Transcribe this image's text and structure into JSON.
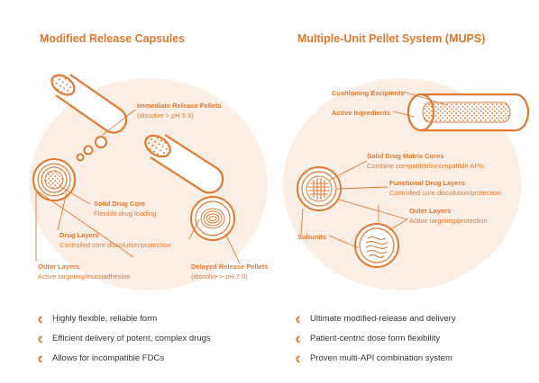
{
  "colors": {
    "orange": "#e0782f",
    "blob": "#fbeee4",
    "text": "#333333"
  },
  "left_panel": {
    "title": "Modified Release Capsules",
    "labels": {
      "immediate_title": "Immediate Release Pellets",
      "immediate_sub": "(dissolve > pH 5.5)",
      "solid_core_title": "Solid Drug Core",
      "solid_core_sub": "Flexible drug loading",
      "drug_layers_title": "Drug Layers",
      "drug_layers_sub": "Controlled core dissolution/protection",
      "outer_layers_title": "Outer Layers",
      "outer_layers_sub": "Active targeting/mucoadhesion",
      "delayed_title": "Delayed Release Pellets",
      "delayed_sub": "(dissolve > pH 7.0)"
    },
    "bullets": [
      "Highly flexible, reliable form",
      "Efficient delivery of potent, complex drugs",
      "Allows for incompatible FDCs"
    ]
  },
  "right_panel": {
    "title": "Multiple-Unit Pellet System (MUPS)",
    "labels": {
      "cushioning": "Cushioning Excipients",
      "active_ingredients": "Active Ingredients",
      "matrix_title": "Solid Drug Matrix Cores",
      "matrix_sub": "Combine compatible/incompatible APIs",
      "functional_title": "Functional Drug Layers",
      "functional_sub": "Controlled core dissolution/protection",
      "outer_title": "Outer Layers",
      "outer_sub": "Active targeting/protection",
      "subunits": "Subunits"
    },
    "bullets": [
      "Ultimate modified-release and delivery",
      "Patient-centric dose form flexibility",
      "Proven multi-API combination system"
    ]
  }
}
